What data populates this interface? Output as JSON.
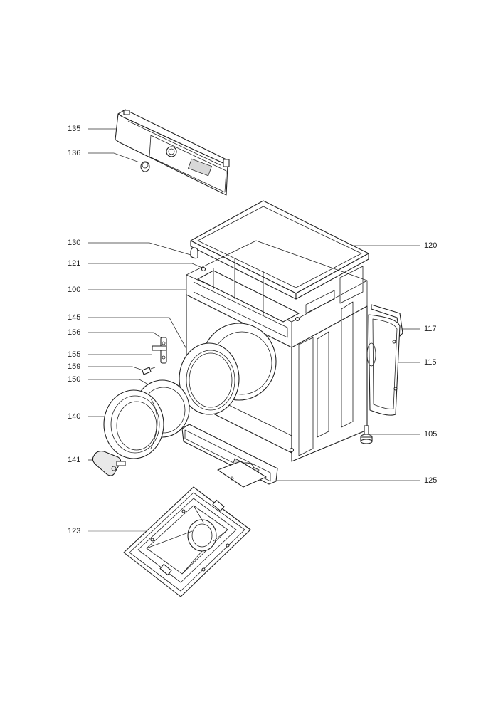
{
  "callouts": [
    {
      "id": "135",
      "label": "135"
    },
    {
      "id": "136",
      "label": "136"
    },
    {
      "id": "130",
      "label": "130"
    },
    {
      "id": "121",
      "label": "121"
    },
    {
      "id": "100",
      "label": "100"
    },
    {
      "id": "145",
      "label": "145"
    },
    {
      "id": "156",
      "label": "156"
    },
    {
      "id": "155",
      "label": "155"
    },
    {
      "id": "159",
      "label": "159"
    },
    {
      "id": "150",
      "label": "150"
    },
    {
      "id": "140",
      "label": "140"
    },
    {
      "id": "141",
      "label": "141"
    },
    {
      "id": "123",
      "label": "123"
    },
    {
      "id": "120",
      "label": "120"
    },
    {
      "id": "117",
      "label": "117"
    },
    {
      "id": "115",
      "label": "115"
    },
    {
      "id": "105",
      "label": "105"
    },
    {
      "id": "125",
      "label": "125"
    }
  ]
}
